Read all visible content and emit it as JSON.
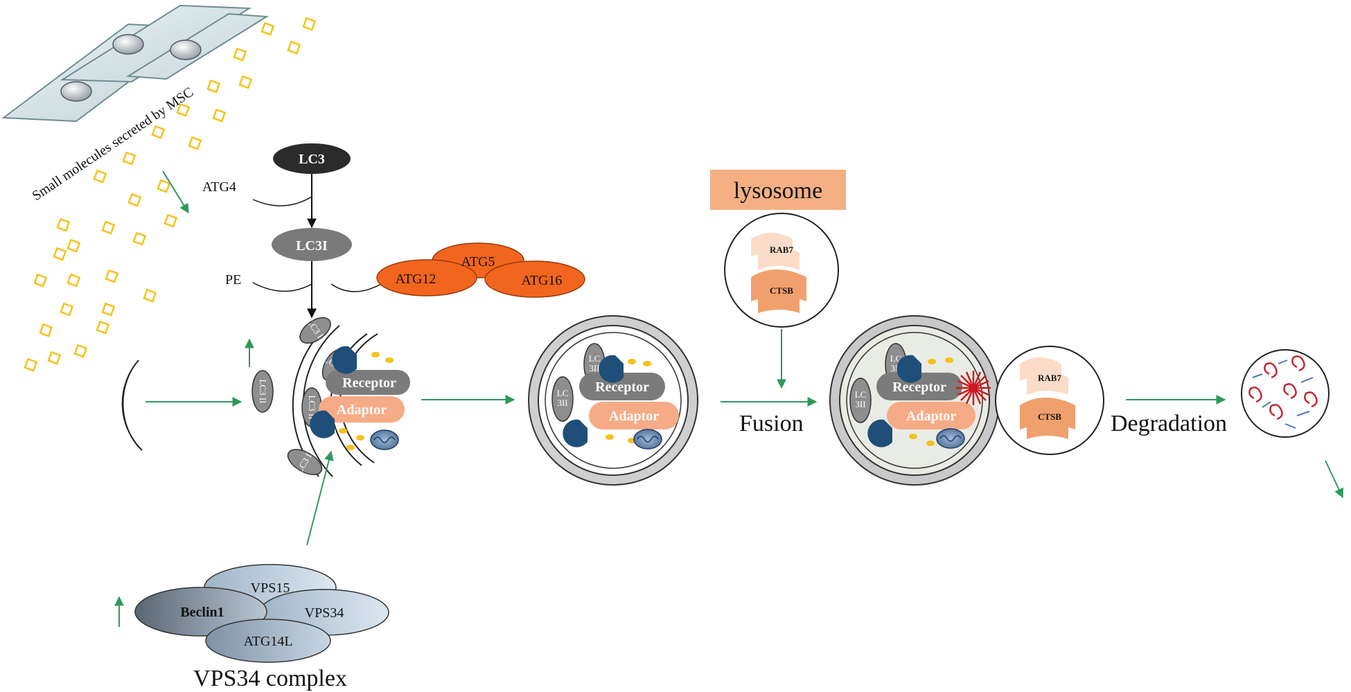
{
  "msc": {
    "label": "Small molecules secreted by MSC"
  },
  "lc3_pathway": {
    "lc3": "LC3",
    "lc3i": "LC3I",
    "atg4": "ATG4",
    "pe": "PE",
    "lc3ii_short": "LC3 II",
    "lc3_tag_line1": "LC",
    "lc3_tag_line2": "3II"
  },
  "atg_complex": {
    "atg5": "ATG5",
    "atg12": "ATG12",
    "atg16": "ATG16"
  },
  "cargo": {
    "receptor": "Receptor",
    "adaptor": "Adaptor"
  },
  "lysosome": {
    "title": "lysosome",
    "rab7": "RAB7",
    "ctsb": "CTSB"
  },
  "steps": {
    "fusion": "Fusion",
    "degradation": "Degradation"
  },
  "vps34": {
    "vps15": "VPS15",
    "beclin1": "Beclin1",
    "vps34": "VPS34",
    "atg14l": "ATG14L",
    "title": "VPS34 complex"
  },
  "colors": {
    "arrow_green": "#2e9a5a",
    "atg_orange": "#f2651e",
    "lysosome_label_bg": "#f4b083",
    "receptor_gray": "#7b7b7b",
    "adaptor_salmon": "#f6ab87",
    "lc3_dark": "#2b2b2b",
    "lc3i_gray": "#7a7a7a",
    "ctsb_orange": "#f0a06c",
    "rab7_pale": "#fadcc8",
    "molecule_yellow": "#f4c21b",
    "navy_wedge": "#1f4e79",
    "degraded_red": "#c0282e",
    "degraded_blue": "#4b77b8"
  }
}
